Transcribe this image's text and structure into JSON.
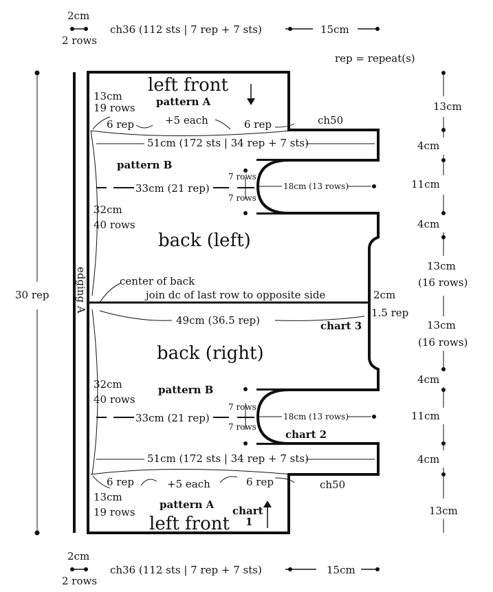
{
  "top": {
    "edge_cm": "2cm",
    "edge_rows": "2 rows",
    "chain": "ch36 (112 sts | 7 rep + 7 sts)",
    "width": "15cm",
    "legend": "rep = repeat(s)"
  },
  "bottom": {
    "edge_cm": "2cm",
    "edge_rows": "2 rows",
    "chain": "ch36 (112 sts | 7 rep + 7 sts)",
    "width": "15cm"
  },
  "left_total": "30 rep",
  "edging": "edging A",
  "upper": {
    "front_title": "left front",
    "pattern_a": "pattern A",
    "front_cm": "13cm",
    "front_rows": "19 rows",
    "rep_left": "6 rep",
    "plus_each": "+5 each",
    "rep_right": "6 rep",
    "ch50": "ch50",
    "wide": "51cm (172 sts | 34 rep + 7 sts)",
    "pattern_b": "pattern B",
    "width_b": "33cm (21 rep)",
    "rows7_a": "7 rows",
    "rows7_b": "7 rows",
    "sleeve": "18cm (13 rows)",
    "back_cm": "32cm",
    "back_rows": "40 rows",
    "back_title": "back (left)"
  },
  "center": {
    "center_of_back": "center of back",
    "join": "join dc of last row to opposite side",
    "width": "49cm (36.5 rep)",
    "cm2": "2cm",
    "rep15": "1.5 rep",
    "chart3": "chart 3"
  },
  "lower": {
    "back_title": "back (right)",
    "back_cm": "32cm",
    "back_rows": "40 rows",
    "pattern_b": "pattern B",
    "width_b": "33cm (21 rep)",
    "rows7_a": "7 rows",
    "rows7_b": "7 rows",
    "sleeve": "18cm (13 rows)",
    "chart2": "chart 2",
    "wide": "51cm (172 sts | 34 rep + 7 sts)",
    "rep_left": "6 rep",
    "plus_each": "+5 each",
    "rep_right": "6 rep",
    "ch50": "ch50",
    "front_cm": "13cm",
    "front_rows": "19 rows",
    "pattern_a": "pattern A",
    "chart1": "chart",
    "chart1_num": "1",
    "front_title": "left front"
  },
  "right_dims": {
    "d1": "13cm",
    "d2": "4cm",
    "d3": "11cm",
    "d4": "4cm",
    "d5": "13cm",
    "d5_rows": "(16 rows)",
    "d6": "13cm",
    "d6_rows": "(16 rows)",
    "d7": "4cm",
    "d8": "11cm",
    "d9": "4cm",
    "d10": "13cm"
  }
}
